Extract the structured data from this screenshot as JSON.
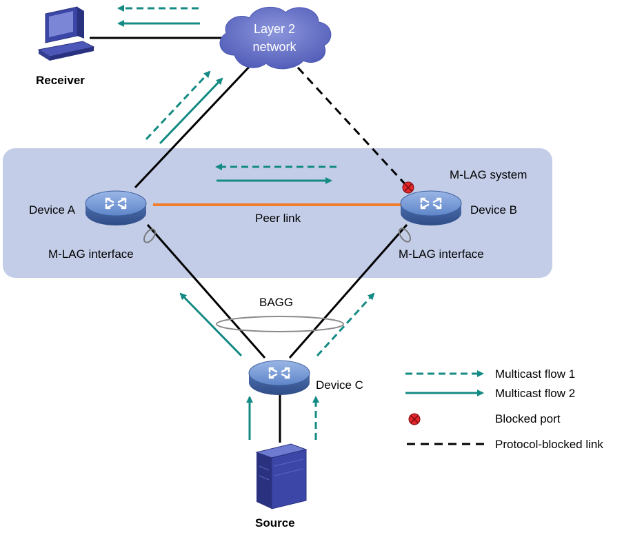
{
  "nodes": {
    "receiver": "Receiver",
    "layer2_network_line1": "Layer 2",
    "layer2_network_line2": "network",
    "device_a": "Device A",
    "device_b": "Device B",
    "device_c": "Device C",
    "source": "Source"
  },
  "labels": {
    "mlag_system": "M-LAG system",
    "peer_link": "Peer link",
    "mlag_interface_a": "M-LAG interface",
    "mlag_interface_b": "M-LAG interface",
    "bagg": "BAGG"
  },
  "legend": {
    "multicast_flow_1": "Multicast flow 1",
    "multicast_flow_2": "Multicast flow 2",
    "blocked_port": "Blocked port",
    "protocol_blocked_link": "Protocol-blocked link"
  },
  "colors": {
    "flow": "#138a83",
    "peer_link": "#f07e2a",
    "mlag_system_bg": "#c3cde8",
    "cloud": "#5b66c3",
    "device": "#5f86c9",
    "blocked": "#e0282d"
  }
}
